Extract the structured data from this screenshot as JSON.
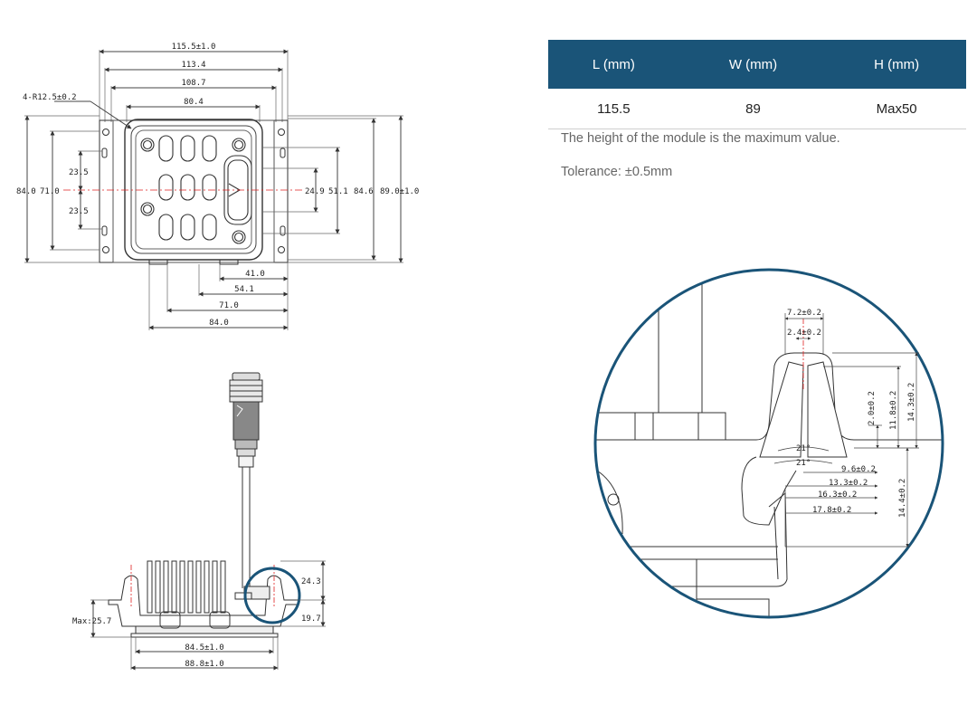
{
  "specs": {
    "headers": [
      "L (mm)",
      "W (mm)",
      "H (mm)"
    ],
    "values": [
      "115.5",
      "89",
      "Max50"
    ],
    "note_height": "The height of the module is the maximum value.",
    "note_tolerance": "Tolerance:  ±0.5mm"
  },
  "colors": {
    "header": "#1a5478",
    "centerline": "#e02020",
    "detail_circle": "#1a5478"
  },
  "top_view": {
    "dim_115_5": "115.5±1.0",
    "dim_113_4": "113.4",
    "dim_108_7": "108.7",
    "dim_80_4": "80.4",
    "radius": "4-R12.5±0.2",
    "left_84": "84.0",
    "left_71": "71.0",
    "left_23_5_top": "23.5",
    "left_23_5_bottom": "23.5",
    "right_24_9": "24.9",
    "right_51_1": "51.1",
    "right_84_6": "84.6",
    "right_89": "89.0±1.0",
    "bottom_41": "41.0",
    "bottom_54_1": "54.1",
    "bottom_71": "71.0",
    "bottom_84": "84.0"
  },
  "side_view": {
    "max_height": "Max:25.7",
    "dim_24_3": "24.3",
    "dim_19_7": "19.7",
    "dim_84_5": "84.5±1.0",
    "dim_88_8": "88.8±1.0"
  },
  "detail": {
    "dim_7_2": "7.2±0.2",
    "dim_2_4": "2.4±0.2",
    "dim_2_0": "2.0±0.2",
    "dim_11_8": "11.8±0.2",
    "dim_14_3": "14.3±0.2",
    "angle_1": "21°",
    "angle_2": "21°",
    "dim_9_6": "9.6±0.2",
    "dim_13_3": "13.3±0.2",
    "dim_16_3": "16.3±0.2",
    "dim_17_8": "17.8±0.2",
    "dim_14_4": "14.4±0.2"
  }
}
